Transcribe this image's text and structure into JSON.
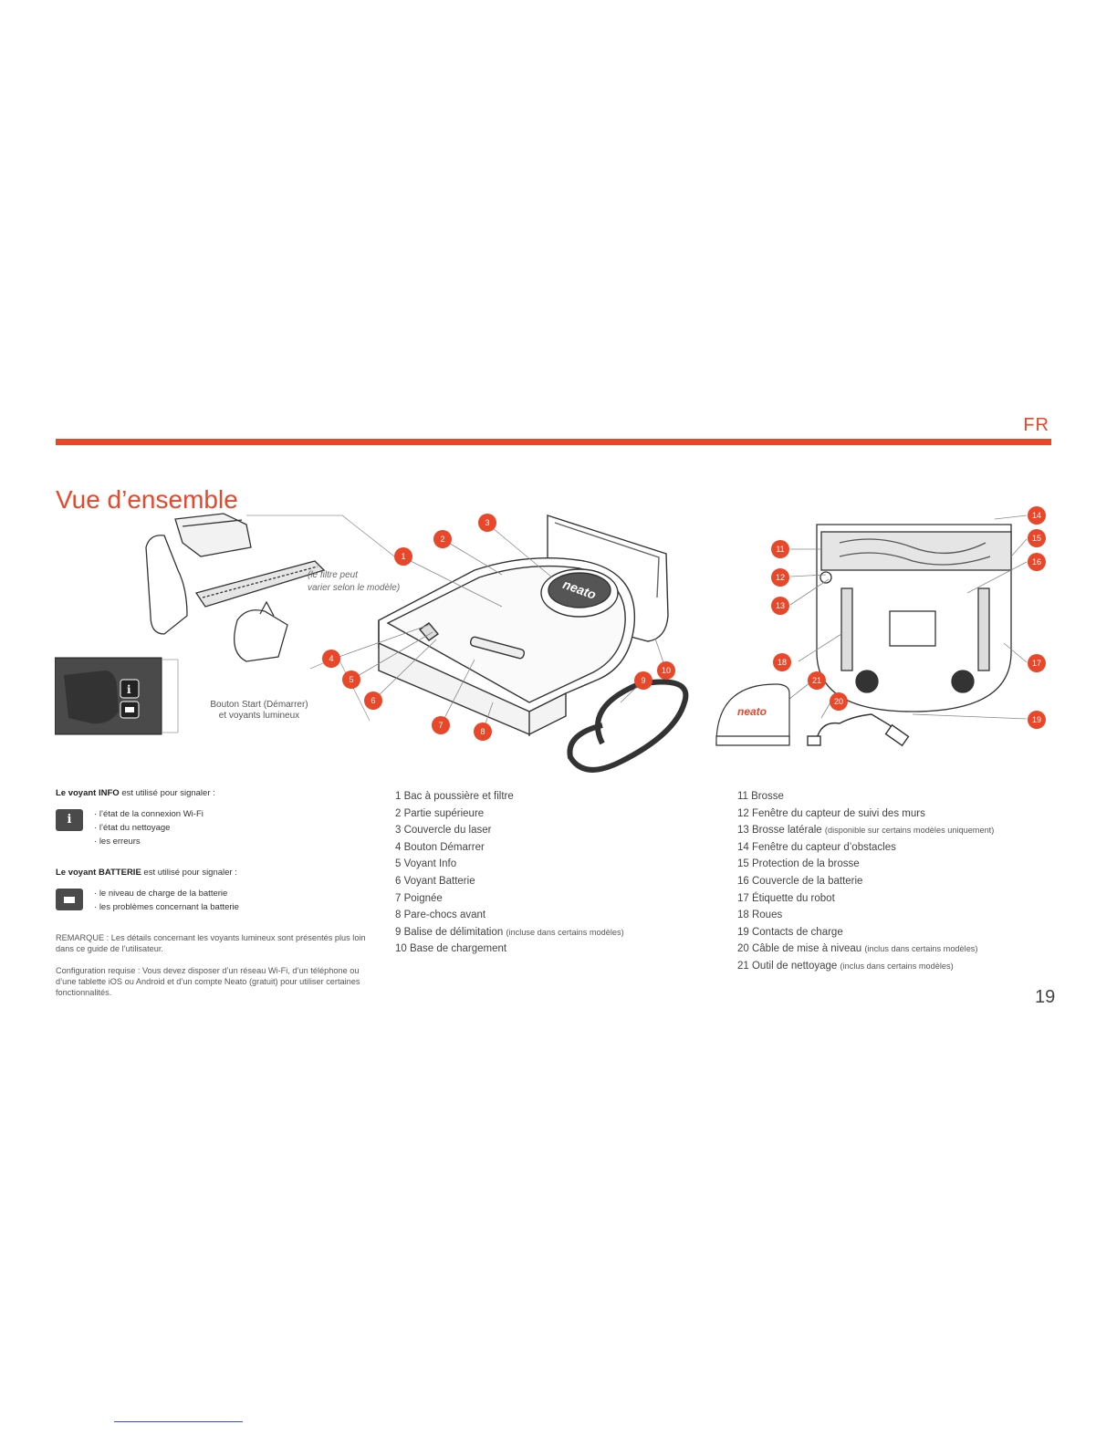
{
  "header": {
    "lang": "FR",
    "title": "Vue d’ensemble"
  },
  "figure": {
    "filter_note_line1": "(le filtre peut",
    "filter_note_line2": "varier selon le modèle)",
    "start_label_line1": "Bouton Start (Démarrer)",
    "start_label_line2": "et voyants lumineux",
    "brand_logo": "neato",
    "callouts": [
      "1",
      "2",
      "3",
      "4",
      "5",
      "6",
      "7",
      "8",
      "9",
      "10",
      "11",
      "12",
      "13",
      "14",
      "15",
      "16",
      "17",
      "18",
      "19",
      "20",
      "21"
    ],
    "accent_color": "#e8472a"
  },
  "info": {
    "info_head_bold": "Le voyant INFO",
    "info_head_rest": " est utilisé pour signaler :",
    "info_items": [
      "l’état de la connexion Wi-Fi",
      "l’état du nettoyage",
      "les erreurs"
    ],
    "battery_head_bold": "Le voyant BATTERIE",
    "battery_head_rest": " est utilisé pour signaler :",
    "battery_items": [
      "le niveau de charge de la batterie",
      "les problèmes concernant la batterie"
    ],
    "note1": "REMARQUE : Les détails concernant les voyants lumineux sont présentés plus loin dans ce guide de l’utilisateur.",
    "note2": "Configuration requise : Vous devez disposer d’un réseau Wi-Fi, d’un téléphone ou d’une tablette iOS ou Android et d’un compte Neato (gratuit) pour utiliser certaines fonctionnalités."
  },
  "parts_mid": [
    {
      "label": "1 Bac à poussière et filtre",
      "note": ""
    },
    {
      "label": "2 Partie supérieure",
      "note": ""
    },
    {
      "label": "3 Couvercle du laser",
      "note": ""
    },
    {
      "label": "4 Bouton Démarrer",
      "note": ""
    },
    {
      "label": "5 Voyant Info",
      "note": ""
    },
    {
      "label": "6 Voyant Batterie",
      "note": ""
    },
    {
      "label": "7 Poignée",
      "note": ""
    },
    {
      "label": "8 Pare-chocs avant",
      "note": ""
    },
    {
      "label": "9 Balise de délimitation",
      "note": "(incluse dans certains modèles)"
    },
    {
      "label": "10 Base de chargement",
      "note": ""
    }
  ],
  "parts_right": [
    {
      "label": "11 Brosse",
      "note": ""
    },
    {
      "label": "12 Fenêtre du capteur de suivi des murs",
      "note": ""
    },
    {
      "label": "13 Brosse latérale",
      "note": "(disponible sur certains modèles uniquement)"
    },
    {
      "label": "14 Fenêtre du capteur d’obstacles",
      "note": ""
    },
    {
      "label": "15 Protection de la brosse",
      "note": ""
    },
    {
      "label": "16 Couvercle de la batterie",
      "note": ""
    },
    {
      "label": "17 Étiquette du robot",
      "note": ""
    },
    {
      "label": "18 Roues",
      "note": ""
    },
    {
      "label": "19 Contacts de charge",
      "note": ""
    },
    {
      "label": "20 Câble de mise à niveau",
      "note": "(inclus dans certains modèles)"
    },
    {
      "label": "21 Outil de nettoyage",
      "note": "(inclus dans certains modèles)"
    }
  ],
  "page_number": "19"
}
